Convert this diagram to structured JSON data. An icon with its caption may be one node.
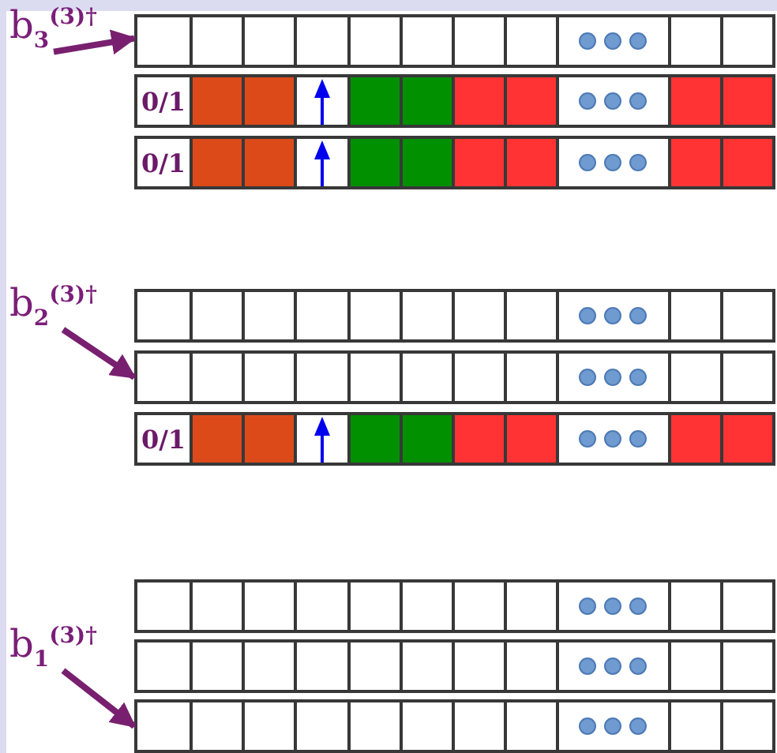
{
  "diagram": {
    "nodes": [
      {
        "text": [
          "b$_{3}$$^{(3)†}$"
        ]
      },
      {
        "text": [],
        "shape": "bar"
      },
      {
        "text": [
          "0/1"
        ]
      },
      {
        "text": [
          "0/1"
        ]
      },
      {
        "text": [
          "b$_{2}$$^{(3)†}$"
        ]
      },
      {
        "text": [],
        "shape": "bar"
      },
      {
        "text": [],
        "shape": "bar"
      },
      {
        "text": [
          "0/1"
        ]
      },
      {
        "text": [
          "b$_{1}$$^{(3)†}$"
        ]
      },
      {
        "text": [],
        "shape": "bar"
      },
      {
        "text": [],
        "shape": "bar"
      },
      {
        "text": [],
        "shape": "bar"
      }
    ],
    "edges": [
      {
        "from": 0,
        "to": 1,
        "arrow": "to"
      },
      {
        "from": 4,
        "to": 6,
        "arrow": "to"
      },
      {
        "from": 8,
        "to": 11,
        "arrow": "to"
      }
    ]
  }
}
